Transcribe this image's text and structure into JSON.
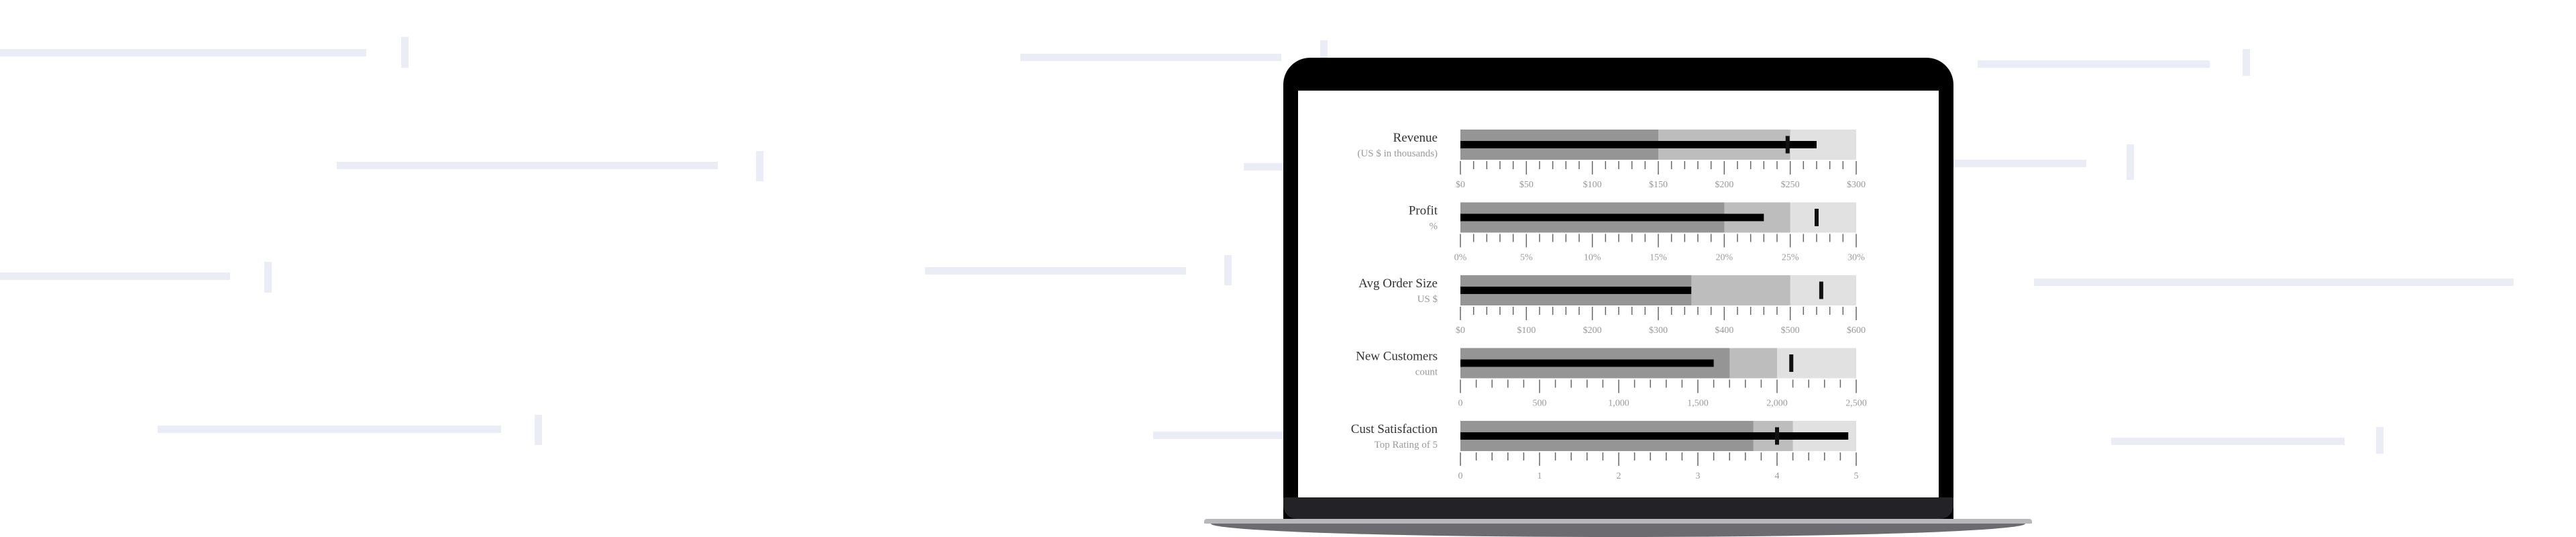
{
  "colors": {
    "range_dark": "#959595",
    "range_mid": "#bdbdbd",
    "range_light": "#e1e1e1",
    "measure": "#000000",
    "marker": "#111111",
    "tick": "#666666"
  },
  "chart_data": [
    {
      "type": "bullet",
      "title": "Revenue",
      "subtitle": "(US $ in thousands)",
      "ranges": [
        150,
        250,
        300
      ],
      "measure": 270,
      "marker": 248,
      "domain": [
        0,
        300
      ],
      "minor_step": 10,
      "ticks": [
        0,
        50,
        100,
        150,
        200,
        250,
        300
      ],
      "tick_labels": [
        "$0",
        "$50",
        "$100",
        "$150",
        "$200",
        "$250",
        "$300"
      ]
    },
    {
      "type": "bullet",
      "title": "Profit",
      "subtitle": "%",
      "ranges": [
        20,
        25,
        30
      ],
      "measure": 23,
      "marker": 27,
      "domain": [
        0,
        30
      ],
      "minor_step": 1,
      "ticks": [
        0,
        5,
        10,
        15,
        20,
        25,
        30
      ],
      "tick_labels": [
        "0%",
        "5%",
        "10%",
        "15%",
        "20%",
        "25%",
        "30%"
      ]
    },
    {
      "type": "bullet",
      "title": "Avg Order Size",
      "subtitle": "US $",
      "ranges": [
        350,
        500,
        600
      ],
      "measure": 350,
      "marker": 547,
      "domain": [
        0,
        600
      ],
      "minor_step": 20,
      "ticks": [
        0,
        100,
        200,
        300,
        400,
        500,
        600
      ],
      "tick_labels": [
        "$0",
        "$100",
        "$200",
        "$300",
        "$400",
        "$500",
        "$600"
      ]
    },
    {
      "type": "bullet",
      "title": "New Customers",
      "subtitle": "count",
      "ranges": [
        1700,
        2000,
        2500
      ],
      "measure": 1600,
      "marker": 2090,
      "domain": [
        0,
        2500
      ],
      "minor_step": 100,
      "ticks": [
        0,
        500,
        1000,
        1500,
        2000,
        2500
      ],
      "tick_labels": [
        "0",
        "500",
        "1,000",
        "1,500",
        "2,000",
        "2,500"
      ]
    },
    {
      "type": "bullet",
      "title": "Cust Satisfaction",
      "subtitle": "Top Rating of 5",
      "ranges": [
        3.7,
        4.2,
        5
      ],
      "measure": 4.9,
      "marker": 4.0,
      "domain": [
        0,
        5
      ],
      "minor_step": 0.2,
      "ticks": [
        0,
        1,
        2,
        3,
        4,
        5
      ],
      "tick_labels": [
        "0",
        "1",
        "2",
        "3",
        "4",
        "5"
      ]
    }
  ]
}
